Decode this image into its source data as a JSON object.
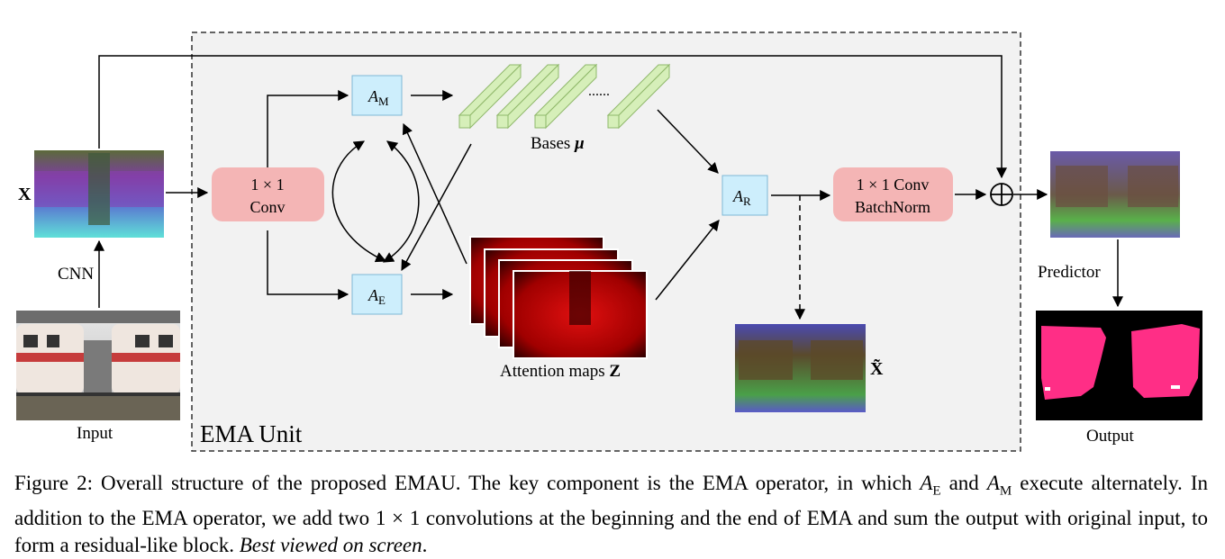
{
  "figure": {
    "ema_unit_label": "EMA Unit",
    "input_var": "X",
    "cnn_label": "CNN",
    "input_label": "Input",
    "conv1_line1": "1 × 1",
    "conv1_line2": "Conv",
    "am_label": "A",
    "am_sub": "M",
    "ae_label": "A",
    "ae_sub": "E",
    "ar_label": "A",
    "ar_sub": "R",
    "dots": "......",
    "bases_label": "Bases ",
    "bases_symbol": "μ",
    "attention_label": "Attention maps ",
    "attention_symbol": "Z",
    "conv2_line1": "1 × 1 Conv",
    "conv2_line2": "BatchNorm",
    "xtilde_label": "X̃",
    "plus_symbol": "⊕",
    "predictor_label": "Predictor",
    "output_label": "Output"
  },
  "colors": {
    "conv_box": "#f4b5b5",
    "operator_box": "#cdeefc",
    "operator_border": "#7fb8d6",
    "bases_green": "#d6efb9",
    "ema_bg": "#f2f2f2",
    "mask_pink": "#ff2e86"
  },
  "caption": {
    "prefix": "Figure 2: Overall structure of the proposed EMAU. The key component is the EMA operator, in which ",
    "ae": "A",
    "ae_sub": "E",
    "and": " and ",
    "am": "A",
    "am_sub": "M",
    "middle": " execute alternately. In addition to the EMA operator, we add two ",
    "conv": "1 × 1",
    "suffix": " convolutions at the beginning and the end of EMA and sum the output with original input, to form a residual-like block. ",
    "italic": "Best viewed on screen",
    "end": "."
  }
}
